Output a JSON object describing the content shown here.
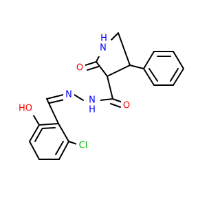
{
  "molecule": {
    "atoms": [
      {
        "id": "N1",
        "label": "N",
        "color": "#0000ff",
        "sublabel": "H",
        "sublabel_color": "#0000ff"
      },
      {
        "id": "O1",
        "label": "O",
        "color": "#ff0000"
      },
      {
        "id": "O2",
        "label": "O",
        "color": "#ff0000"
      },
      {
        "id": "N2",
        "label": "N",
        "color": "#0000ff",
        "sublabel": "H",
        "sublabel_color": "#0000ff"
      },
      {
        "id": "N3",
        "label": "N",
        "color": "#0000ff"
      },
      {
        "id": "O3",
        "label": "HO",
        "color": "#ff0000"
      },
      {
        "id": "Cl",
        "label": "Cl",
        "color": "#00aa00"
      }
    ],
    "bond_color": "#000000"
  }
}
